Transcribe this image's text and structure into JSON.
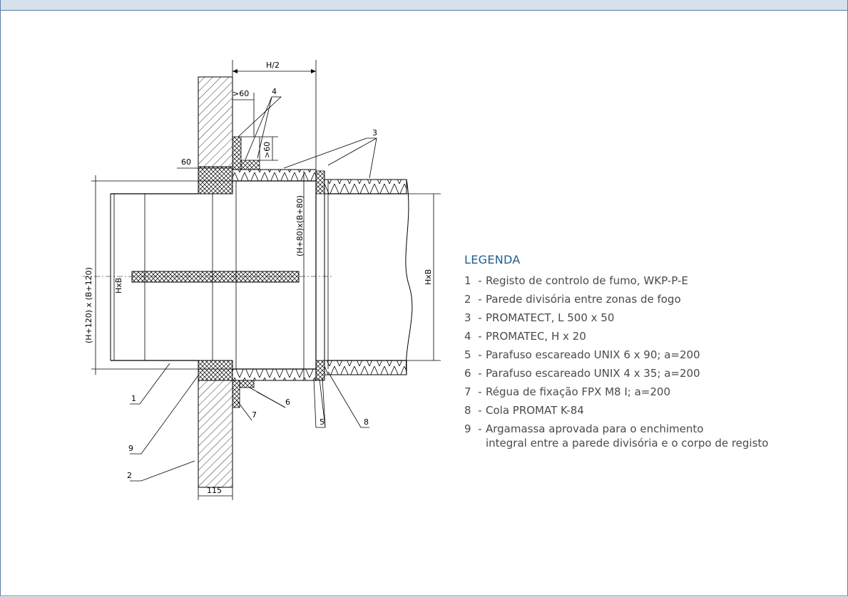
{
  "diagram": {
    "labels": {
      "h_half": "H/2",
      "gt60_top": ">60",
      "gt60_side": ">60",
      "sixty": "60",
      "outer_dim": "(H+120) x (B+120)",
      "inner_dim": "(H+80)x(B+80)",
      "hxb_left": "HxB",
      "hxb_right": "HxB",
      "wall_thickness": "115",
      "n1": "1",
      "n2": "2",
      "n3": "3",
      "n4": "4",
      "n5": "5",
      "n6": "6",
      "n7": "7",
      "n8": "8",
      "n9": "9"
    }
  },
  "legend": {
    "title": "LEGENDA",
    "items": [
      {
        "num": "1",
        "text": "Registo de controlo de fumo, WKP-P-E"
      },
      {
        "num": "2",
        "text": "Parede divisória entre zonas de fogo"
      },
      {
        "num": "3",
        "text": "PROMATECT, L 500 x 50"
      },
      {
        "num": "4",
        "text": "PROMATEC, H x 20"
      },
      {
        "num": "5",
        "text": "Parafuso escareado UNIX 6 x 90; a=200"
      },
      {
        "num": "6",
        "text": "Parafuso escareado UNIX 4 x 35; a=200"
      },
      {
        "num": "7",
        "text": "Régua de fixação FPX M8 I; a=200"
      },
      {
        "num": "8",
        "text": "Cola PROMAT K-84"
      },
      {
        "num": "9",
        "text": "Argamassa aprovada para o enchimento\nintegral entre a parede divisória e o corpo de registo"
      }
    ]
  }
}
